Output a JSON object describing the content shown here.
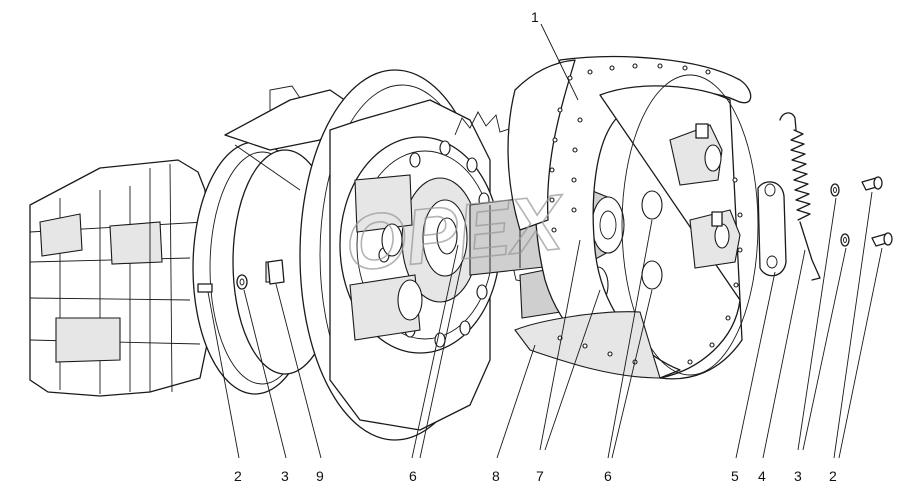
{
  "watermark": "OPEX",
  "callouts": [
    {
      "id": "1-top",
      "label": "1"
    },
    {
      "id": "2-left",
      "label": "2"
    },
    {
      "id": "3-left",
      "label": "3"
    },
    {
      "id": "9",
      "label": "9"
    },
    {
      "id": "6-left",
      "label": "6"
    },
    {
      "id": "8",
      "label": "8"
    },
    {
      "id": "7",
      "label": "7"
    },
    {
      "id": "6-right",
      "label": "6"
    },
    {
      "id": "5",
      "label": "5"
    },
    {
      "id": "4",
      "label": "4"
    },
    {
      "id": "3-right",
      "label": "3"
    },
    {
      "id": "2-right",
      "label": "2"
    }
  ]
}
